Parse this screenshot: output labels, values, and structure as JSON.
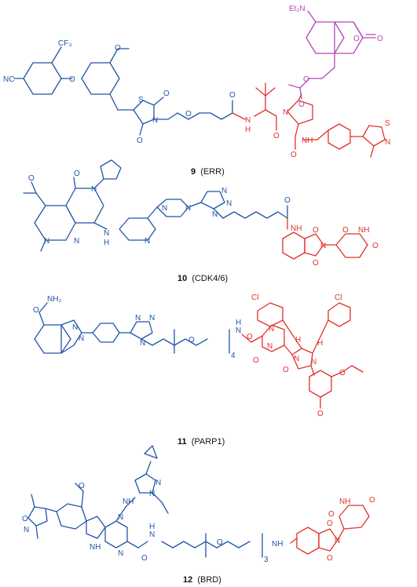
{
  "compounds": [
    {
      "number": "9",
      "target": "(ERR)"
    },
    {
      "number": "10",
      "target": "(CDK4/6)"
    },
    {
      "number": "11",
      "target": "(PARP1)"
    },
    {
      "number": "12",
      "target": "(BRD)"
    }
  ],
  "atoms": {
    "c9": {
      "et2n": "Et₂N",
      "cf3": "CF₃",
      "nc": "NC",
      "o": "O",
      "s": "S",
      "n": "N",
      "h": "H",
      "nh": "NH"
    },
    "c10": {
      "n": "N",
      "o": "O",
      "h": "H",
      "nh": "NH"
    },
    "c11": {
      "nh2": "NH₂",
      "o": "O",
      "n": "N",
      "h": "H",
      "cl": "Cl",
      "sub4": "4"
    },
    "c12": {
      "o": "O",
      "n": "N",
      "h": "H",
      "nh": "NH",
      "sub3": "3"
    }
  },
  "colors": {
    "warhead": "#2255a8",
    "e3_ligand": "#e0312b",
    "fluorophore": "#b348b8",
    "linker": "#2255a8"
  }
}
